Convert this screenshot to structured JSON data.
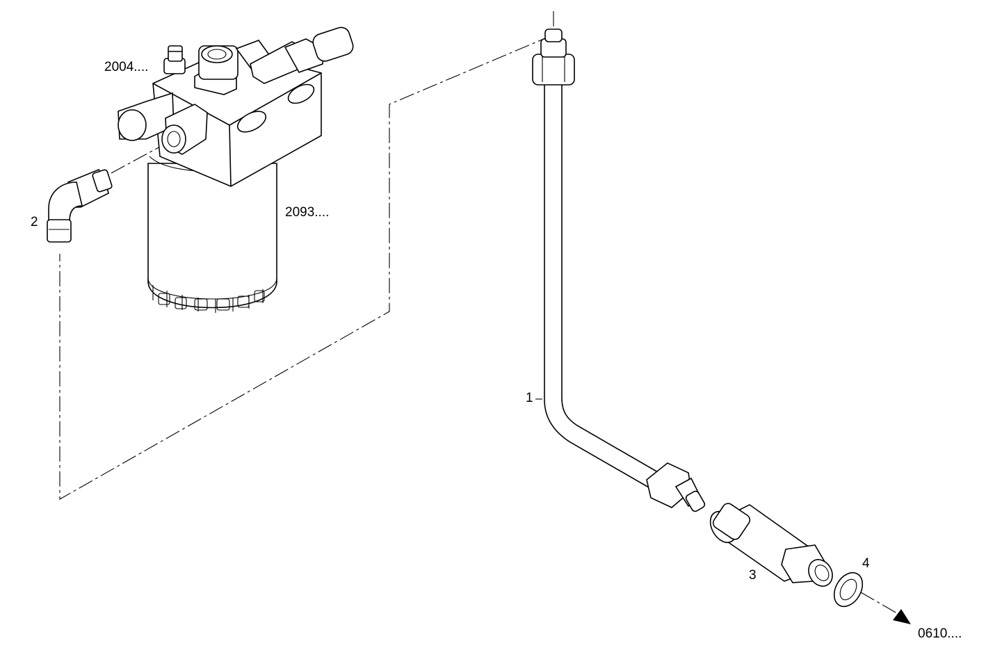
{
  "diagram": {
    "labels": {
      "ref_2004": "2004....",
      "ref_2093": "2093....",
      "ref_0610": "0610....",
      "item_1": "1",
      "item_2": "2",
      "item_3": "3",
      "item_4": "4"
    },
    "colors": {
      "line": "#000000",
      "background": "#ffffff"
    }
  }
}
